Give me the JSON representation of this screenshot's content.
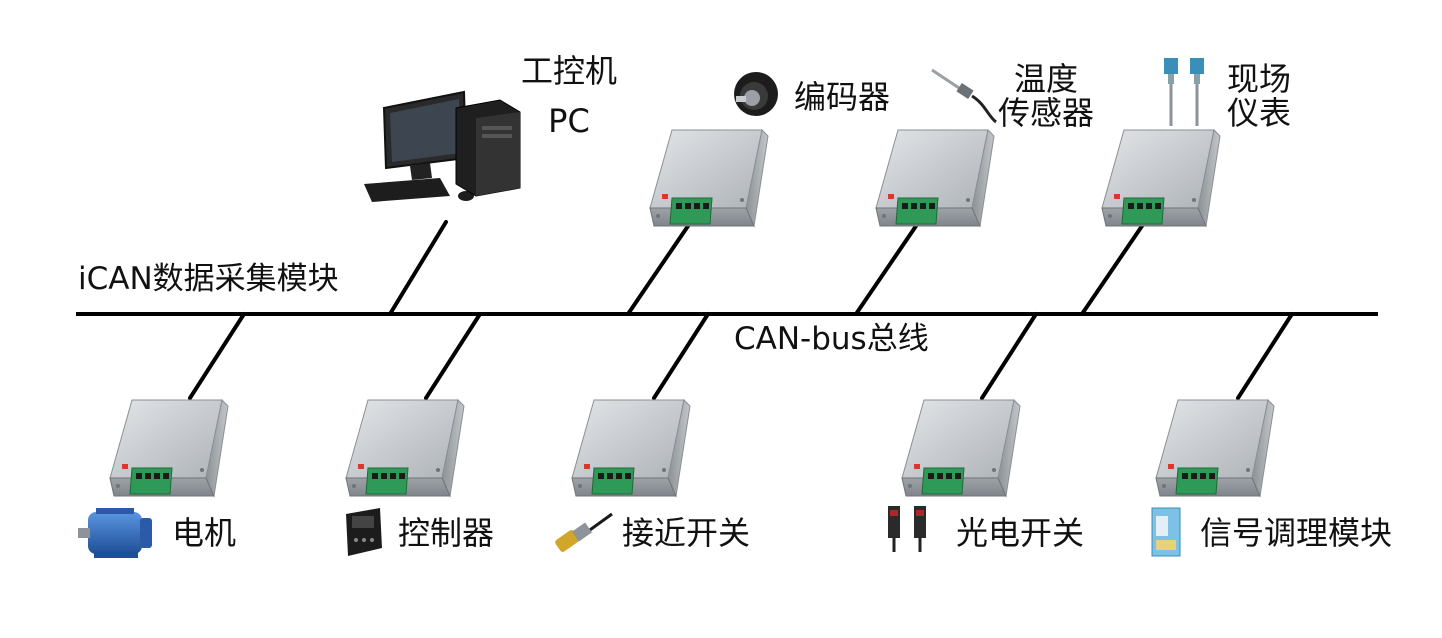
{
  "diagram": {
    "bus_label": "CAN-bus总线",
    "module_label": "iCAN数据采集模块",
    "pc": {
      "line1": "工控机",
      "line2": "PC"
    },
    "top_devices": [
      {
        "id": "encoder",
        "lines": [
          "编码器"
        ]
      },
      {
        "id": "temp-sensor",
        "lines": [
          "温度",
          "传感器"
        ]
      },
      {
        "id": "field-meter",
        "lines": [
          "现场",
          "仪表"
        ]
      }
    ],
    "bottom_devices": [
      {
        "id": "motor",
        "lines": [
          "电机"
        ]
      },
      {
        "id": "controller",
        "lines": [
          "控制器"
        ]
      },
      {
        "id": "proximity-switch",
        "lines": [
          "接近开关"
        ]
      },
      {
        "id": "photo-switch",
        "lines": [
          "光电开关"
        ]
      },
      {
        "id": "signal-conditioner",
        "lines": [
          "信号调理模块"
        ]
      }
    ],
    "colors": {
      "line": "#000000",
      "module_body": "#b5b9bd",
      "terminal": "#2f9a57",
      "motor": "#2e6fc4"
    }
  }
}
